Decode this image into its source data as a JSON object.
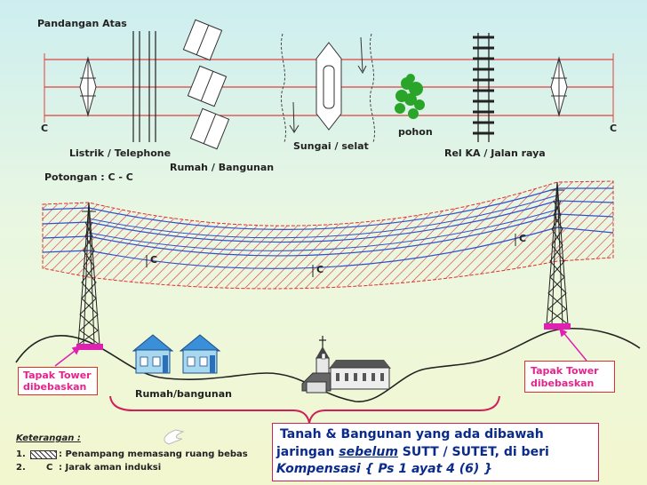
{
  "top_view": {
    "title": "Pandangan Atas",
    "section_left": "C",
    "section_right": "C",
    "labels": {
      "listrik": "Listrik / Telephone",
      "rumah": "Rumah / Bangunan",
      "sungai": "Sungai / selat",
      "pohon": "pohon",
      "rel": "Rel KA / Jalan raya"
    }
  },
  "cross_section": {
    "title": "Potongan : C - C",
    "c_marks": [
      "C",
      "C",
      "C"
    ],
    "tower_left_label": "Tapak Tower\ndibebaskan",
    "tower_right_label": "Tapak Tower\ndibebaskan",
    "buildings_label": "Rumah/bangunan"
  },
  "notes": {
    "title": "Keterangan :",
    "item1_num": "1.",
    "item1_text": ": Penampang memasang ruang bebas",
    "item2_num": "2.",
    "item2_symbol": "C",
    "item2_text": ": Jarak aman induksi"
  },
  "callout": {
    "line1": "Tanah & Bangunan yang ada dibawah",
    "line2_a": "jaringan ",
    "line2_b": "sebelum",
    "line2_c": " SUTT / SUTET, di beri",
    "line3": "Kompensasi { Ps 1 ayat 4 (6) }"
  },
  "colors": {
    "conductor_top": "#e04040",
    "conductor_cross": "#3050d0",
    "hatch": "#e03030",
    "tower_base": "#e020b0",
    "callout_text": "#0a2a8c",
    "ground_bracket": "#d0205a"
  },
  "icons": [
    "lattice-tower-icon",
    "house-icon",
    "church-icon",
    "tree-icon",
    "railway-icon",
    "river-icon",
    "boat-icon"
  ]
}
